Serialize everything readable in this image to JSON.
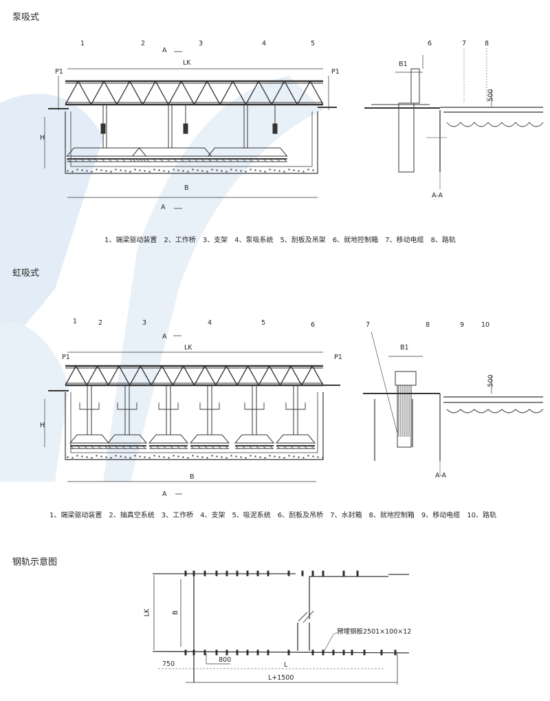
{
  "sections": {
    "pump": {
      "title": "泵吸式",
      "callouts": [
        "1",
        "2",
        "3",
        "4",
        "5"
      ],
      "section_callouts": [
        "6",
        "7",
        "8"
      ],
      "dims": {
        "a_top": "A",
        "lk": "LK",
        "p1_left": "P1",
        "p1_right": "P1",
        "h": "H",
        "b": "B",
        "a_bottom": "A",
        "b1": "B1",
        "d500": "500",
        "aa": "A-A"
      },
      "caption": "1、端梁驱动装置　2、工作桥　3、支架　4、泵吸系统　5、刮板及吊架　6、就地控制箱　7、移动电缆　8、路轨"
    },
    "siphon": {
      "title": "虹吸式",
      "callouts": [
        "1",
        "2",
        "3",
        "4",
        "5",
        "6"
      ],
      "section_callouts": [
        "7",
        "8",
        "9",
        "10"
      ],
      "dims": {
        "a_top": "A",
        "lk": "LK",
        "p1_left": "P1",
        "p1_right": "P1",
        "h": "H",
        "b": "B",
        "a_bottom": "A",
        "b1": "B1",
        "d500": "500",
        "aa": "A-A"
      },
      "caption": "1、端梁驱动装置　2、抽真空系统　3、工作桥　4、支架　5、吸泥系统　6、刮板及吊桥　7、水封箱　8、就地控制箱　9、移动电缆　10、路轨"
    },
    "rail": {
      "title": "钢轨示意图",
      "dims": {
        "lk": "LK",
        "b": "B",
        "d750": "750",
        "d800": "800",
        "l": "L",
        "l1500": "L+1500"
      },
      "plate_note": "预埋钢板2501×100×12"
    }
  },
  "colors": {
    "line": "#333333",
    "watermark": "#dfeaf5"
  }
}
